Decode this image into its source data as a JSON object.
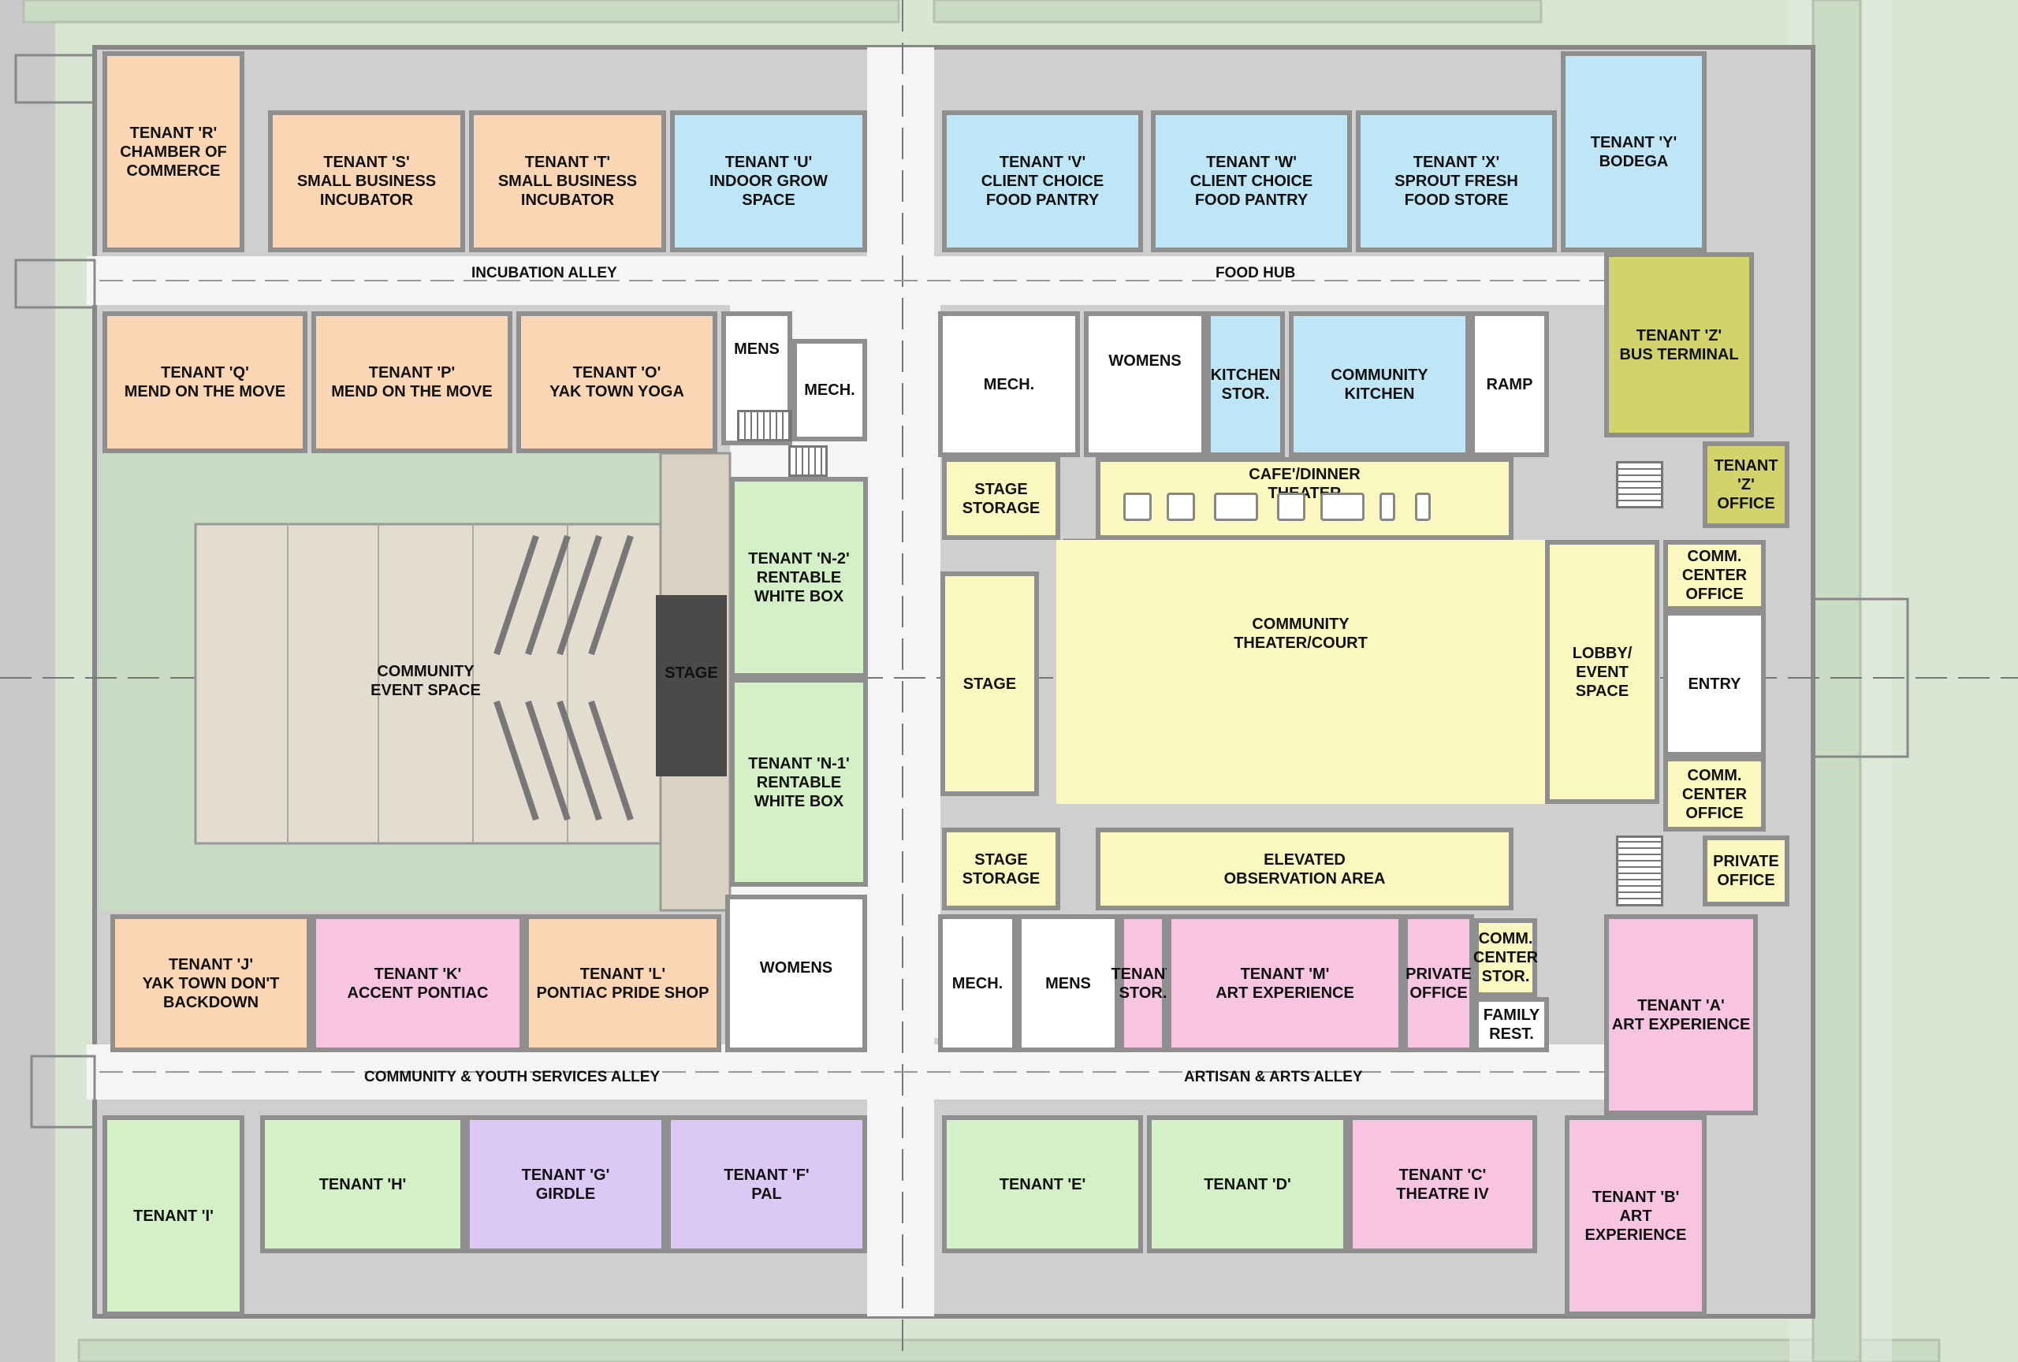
{
  "colors": {
    "background": "#d8e6d3",
    "grass_light": "#c9dcc3",
    "road": "#e4ebe0",
    "corridor": "#f5f5f5",
    "wall": "#8f8f8f",
    "tenant_orange": "#fbd6b4",
    "tenant_blue": "#bfe6f7",
    "tenant_green": "#d4f0c6",
    "tenant_purple": "#dcc8f5",
    "tenant_pink": "#f7c4e2",
    "community_yellow": "#fbf8bf",
    "bus_olive": "#d2d36a",
    "event_space": "#e3ddd0",
    "stage_dark": "#4a4a4a",
    "white_room": "#ffffff"
  },
  "rooms": {
    "tenant_r": "TENANT 'R'\nCHAMBER OF\nCOMMERCE",
    "tenant_s": "TENANT 'S'\nSMALL BUSINESS\nINCUBATOR",
    "tenant_t": "TENANT 'T'\nSMALL BUSINESS\nINCUBATOR",
    "tenant_u": "TENANT 'U'\nINDOOR GROW\nSPACE",
    "tenant_v": "TENANT 'V'\nCLIENT CHOICE\nFOOD PANTRY",
    "tenant_w": "TENANT 'W'\nCLIENT CHOICE\nFOOD PANTRY",
    "tenant_x": "TENANT 'X'\nSPROUT FRESH\nFOOD STORE",
    "tenant_y": "TENANT 'Y'\nBODEGA",
    "tenant_z": "TENANT 'Z'\nBUS TERMINAL",
    "tenant_z_office": "TENANT 'Z'\nOFFICE",
    "tenant_q": "TENANT 'Q'\nMEND ON THE MOVE",
    "tenant_p": "TENANT 'P'\nMEND ON THE MOVE",
    "tenant_o": "TENANT 'O'\nYAK TOWN YOGA",
    "mens_n": "MENS",
    "mech_n1": "MECH.",
    "mech_n2": "MECH.",
    "womens_n": "WOMENS",
    "kitchen_stor": "KITCHEN\nSTOR.",
    "community_kitchen": "COMMUNITY\nKITCHEN",
    "ramp": "RAMP",
    "stage_storage_n": "STAGE\nSTORAGE",
    "cafe_theater": "CAFE'/DINNER\nTHEATER",
    "comm_center_office_n": "COMM. CENTER\nOFFICE",
    "tenant_n2": "TENANT 'N-2'\nRENTABLE\nWHITE BOX",
    "tenant_n1": "TENANT 'N-1'\nRENTABLE\nWHITE BOX",
    "community_event_space": "COMMUNITY\nEVENT SPACE",
    "stage_west": "STAGE",
    "stage_theater": "STAGE",
    "community_theater": "COMMUNITY\nTHEATER/COURT",
    "lobby": "LOBBY/\nEVENT SPACE",
    "entry": "ENTRY",
    "comm_center_office_s": "COMM. CENTER\nOFFICE",
    "stage_storage_s": "STAGE\nSTORAGE",
    "elevated_observation": "ELEVATED\nOBSERVATION AREA",
    "private_office_e": "PRIVATE\nOFFICE",
    "tenant_j": "TENANT 'J'\nYAK TOWN DON'T\nBACKDOWN",
    "tenant_k": "TENANT 'K'\nACCENT PONTIAC",
    "tenant_l": "TENANT 'L'\nPONTIAC PRIDE SHOP",
    "womens_s": "WOMENS",
    "mech_s": "MECH.",
    "mens_s": "MENS",
    "tenant_stor": "TENANT\nSTOR.",
    "tenant_m": "TENANT 'M'\nART EXPERIENCE",
    "private_office_m": "PRIVATE\nOFFICE",
    "comm_center_stor": "COMM.\nCENTER\nSTOR.",
    "family_rest": "FAMILY\nREST.",
    "tenant_a": "TENANT 'A'\nART EXPERIENCE",
    "tenant_i": "TENANT 'I'",
    "tenant_h": "TENANT 'H'",
    "tenant_g": "TENANT 'G'\nGIRDLE",
    "tenant_f": "TENANT 'F'\nPAL",
    "tenant_e": "TENANT 'E'",
    "tenant_d": "TENANT 'D'",
    "tenant_c": "TENANT 'C'\nTHEATRE IV",
    "tenant_b": "TENANT 'B'\nART EXPERIENCE"
  },
  "alleys": {
    "incubation": "INCUBATION ALLEY",
    "food_hub": "FOOD HUB",
    "community_youth": "COMMUNITY & YOUTH SERVICES ALLEY",
    "artisan_arts": "ARTISAN & ARTS ALLEY"
  }
}
